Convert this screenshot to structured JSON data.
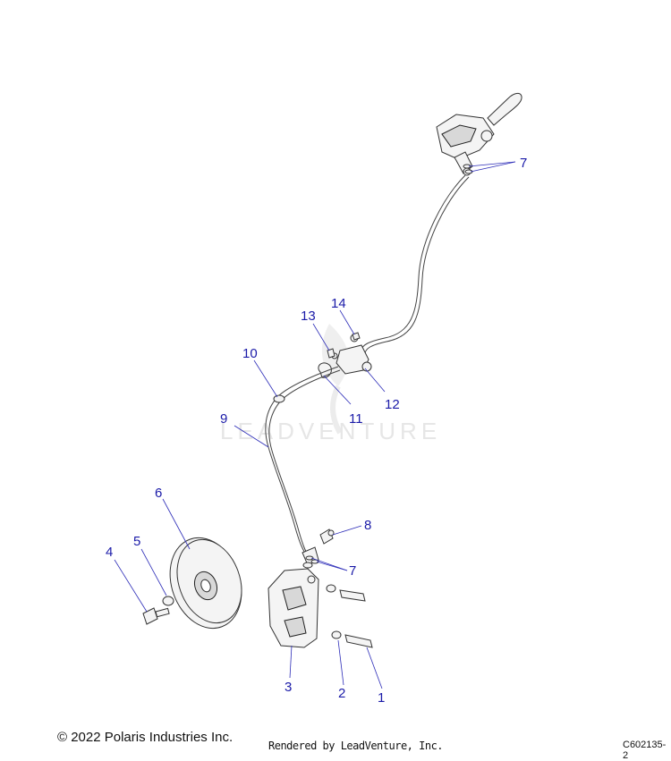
{
  "watermark": "LEADVENTURE",
  "footer": {
    "copyright": "© 2022 Polaris Industries Inc.",
    "rendered_by": "Rendered by LeadVenture, Inc.",
    "drawing_id": "C602135-2"
  },
  "callouts": {
    "c1": "1",
    "c2": "2",
    "c3": "3",
    "c4": "4",
    "c5": "5",
    "c6": "6",
    "c7_top": "7",
    "c7_bottom": "7",
    "c8": "8",
    "c9": "9",
    "c10": "10",
    "c11": "11",
    "c12": "12",
    "c13": "13",
    "c14": "14"
  },
  "colors": {
    "callout_text": "#1a1aa8",
    "leader_line": "#2d2db8",
    "watermark": "#e6e6e6"
  }
}
